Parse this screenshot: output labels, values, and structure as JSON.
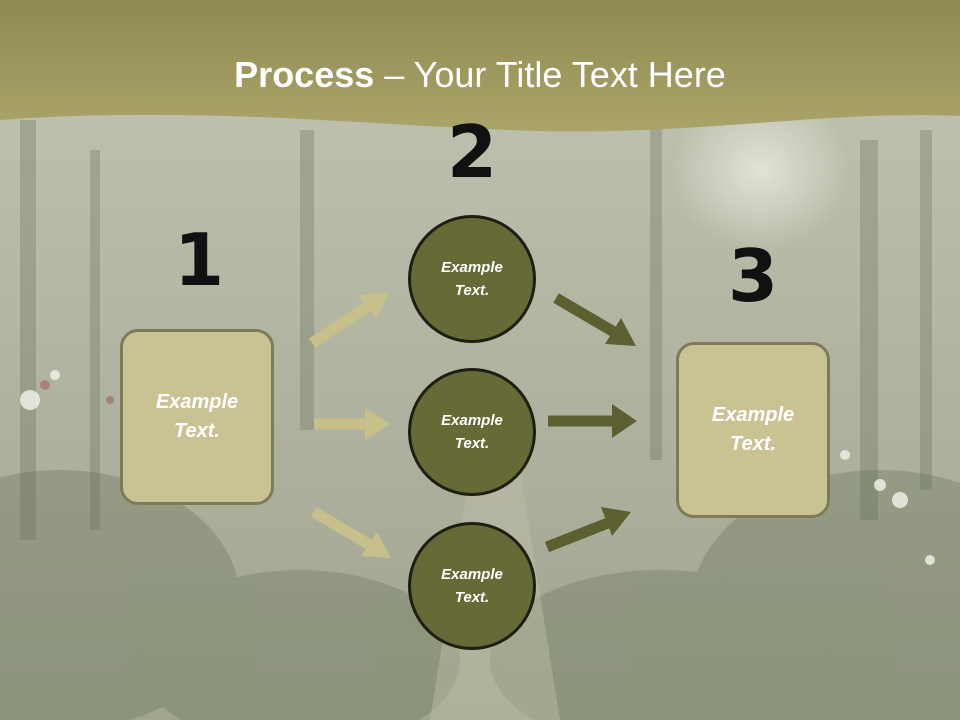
{
  "title": {
    "bold": "Process",
    "rest": " – Your Title Text Here"
  },
  "steps": [
    {
      "number": "1",
      "label": "Example\nText."
    },
    {
      "number": "2",
      "label": ""
    },
    {
      "number": "3",
      "label": "Example\nText."
    }
  ],
  "circles": [
    {
      "label": "Example\nText."
    },
    {
      "label": "Example\nText."
    },
    {
      "label": "Example\nText."
    }
  ],
  "colors": {
    "header_band": "#a49f62",
    "box_fill": "#c9c394",
    "circle_fill": "#666a36",
    "arrow_light": "#c8c08a",
    "arrow_dark": "#5c6030"
  }
}
